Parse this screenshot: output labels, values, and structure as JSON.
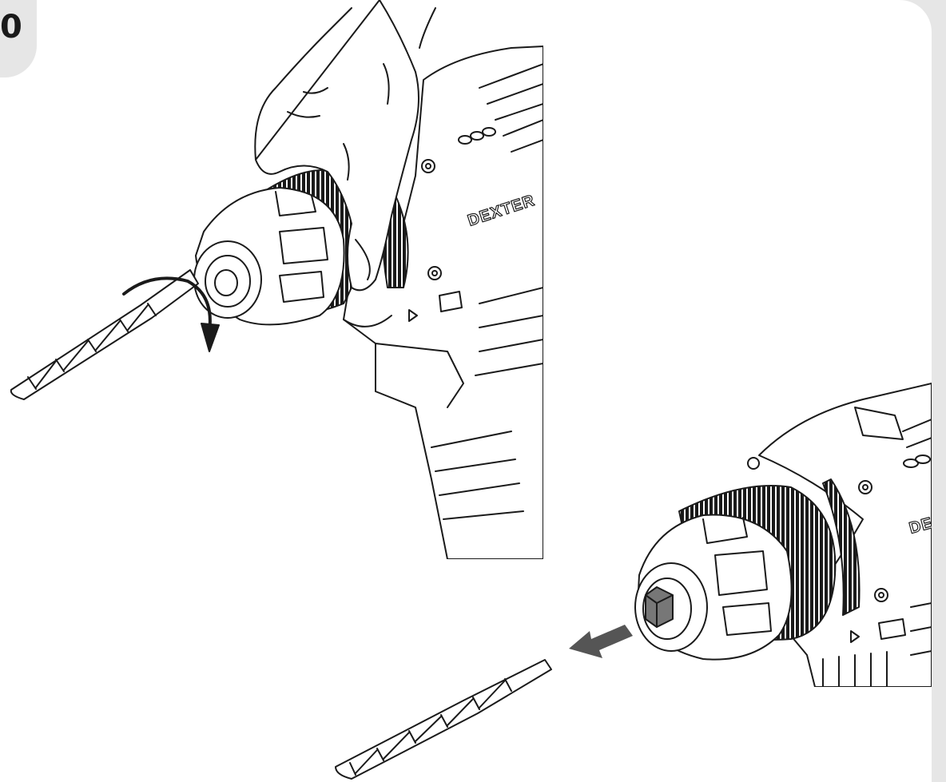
{
  "step": {
    "number": "0"
  },
  "illustration_top": {
    "brand_text": "DEXTER"
  },
  "illustration_bottom": {
    "brand_text": "DEX"
  },
  "colors": {
    "background": "#ffffff",
    "side_band": "#e6e6e6",
    "line": "#1a1a1a",
    "arrow": "#555555",
    "bit_holder": "#777777"
  },
  "icons": [
    "hand-icon",
    "drill-icon",
    "drill-bit-icon",
    "rotate-arrow-icon",
    "remove-arrow-icon"
  ]
}
